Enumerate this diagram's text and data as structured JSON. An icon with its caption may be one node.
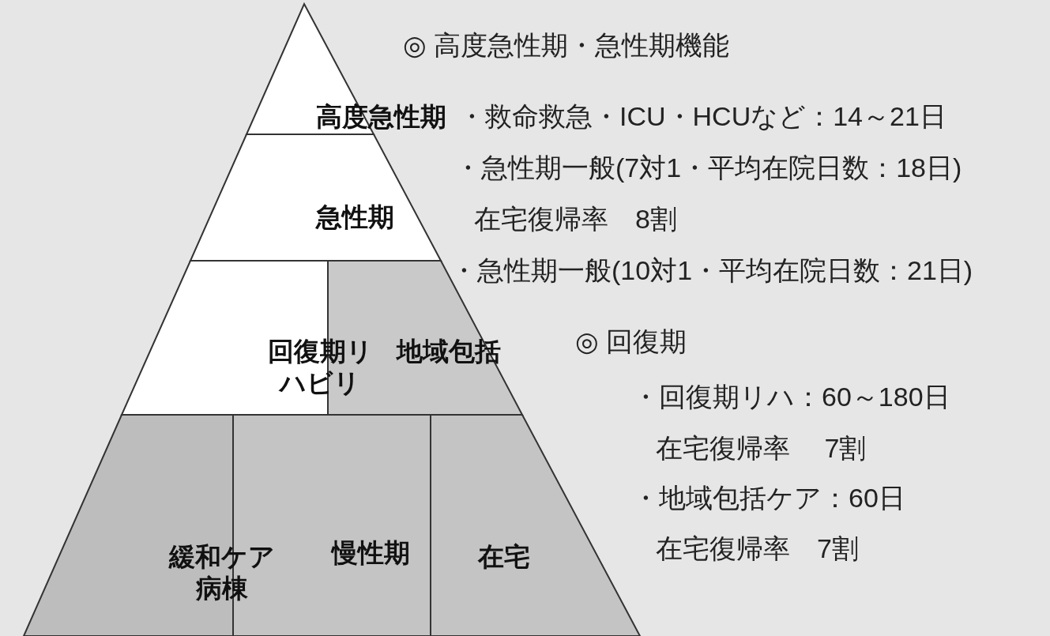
{
  "diagram": {
    "nodes": [
      {
        "text": [
          "高度急性期"
        ]
      },
      {
        "text": [
          "急性期"
        ]
      },
      {
        "text": [
          "回復期リハビリ"
        ]
      },
      {
        "text": [
          "地域包括"
        ]
      },
      {
        "text": [
          "緩和ケア病棟"
        ]
      },
      {
        "text": [
          "慢性期"
        ]
      },
      {
        "text": [
          "在宅"
        ]
      }
    ],
    "edges": [],
    "labels": [
      "◎ 高度急性期・急性期機能",
      "・救命救急・ICU・HCUなど：14～21日",
      "・急性期一般(7対1・平均在院日数：18日)",
      "在宅復帰率　8割",
      "・急性期一般(10対1・平均在院日数：21日)",
      "◎ 回復期",
      "・回復期リハ：60～180日",
      "在宅復帰率　 7割",
      "・地域包括ケア：60日",
      "在宅復帰率　7割"
    ]
  }
}
